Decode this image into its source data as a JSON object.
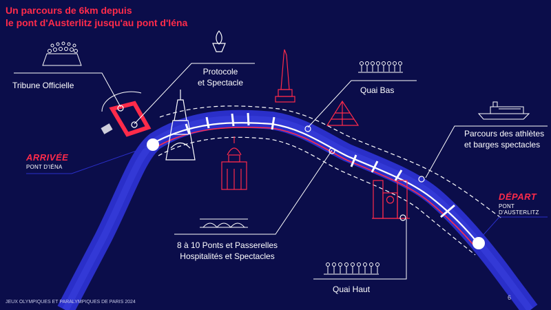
{
  "title": {
    "line1": "Un parcours de 6km depuis",
    "line2": "le pont d'Austerlitz jusqu'au pont d'Iéna"
  },
  "labels": {
    "tribune": "Tribune Officielle",
    "protocole_1": "Protocole",
    "protocole_2": "et Spectacle",
    "quai_bas": "Quai Bas",
    "parcours_1": "Parcours des athlètes",
    "parcours_2": "et barges spectacles",
    "ponts_1": "8 à 10 Ponts et Passerelles",
    "ponts_2": "Hospitalités et Spectacles",
    "quai_haut": "Quai Haut"
  },
  "arrivee": {
    "title": "ARRIVÉE",
    "subtitle": "PONT D'IÉNA"
  },
  "depart": {
    "title": "DÉPART",
    "subtitle": "PONT D'AUSTERLITZ"
  },
  "footer": "JEUX OLYMPIQUES ET PARALYMPIQUES DE PARIS 2024",
  "page_number": "6",
  "colors": {
    "background": "#0b0d4a",
    "river": "#2a2fc9",
    "accent_red": "#ff2b4a",
    "line": "#ffffff"
  }
}
